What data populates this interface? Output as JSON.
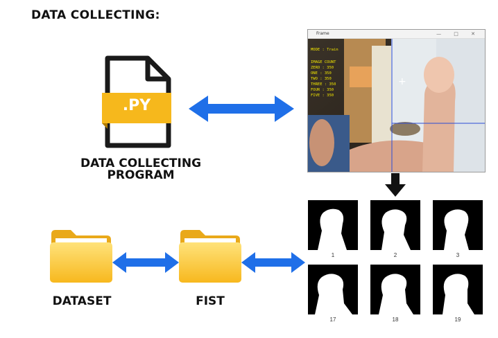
{
  "heading": "DATA COLLECTING:",
  "program": {
    "file_ext": ".PY",
    "label_line1": "DATA COLLECTING",
    "label_line2": "PROGRAM"
  },
  "camera_window": {
    "title": "Frame",
    "overlay": [
      "MODE : Train",
      "IMAGE COUNT",
      "ZERO : 350",
      "ONE : 350",
      "TWO : 350",
      "THREE : 350",
      "FOUR : 350",
      "FIVE : 350"
    ]
  },
  "folders": {
    "dataset_label": "DATASET",
    "fist_label": "FIST"
  },
  "thumbnails": [
    "1",
    "2",
    "3",
    "17",
    "18",
    "19"
  ],
  "colors": {
    "arrow_blue": "#1f6fe8",
    "folder_yellow": "#ffd23c",
    "file_band": "#f6b81c",
    "overlay_text": "#f2e600"
  }
}
